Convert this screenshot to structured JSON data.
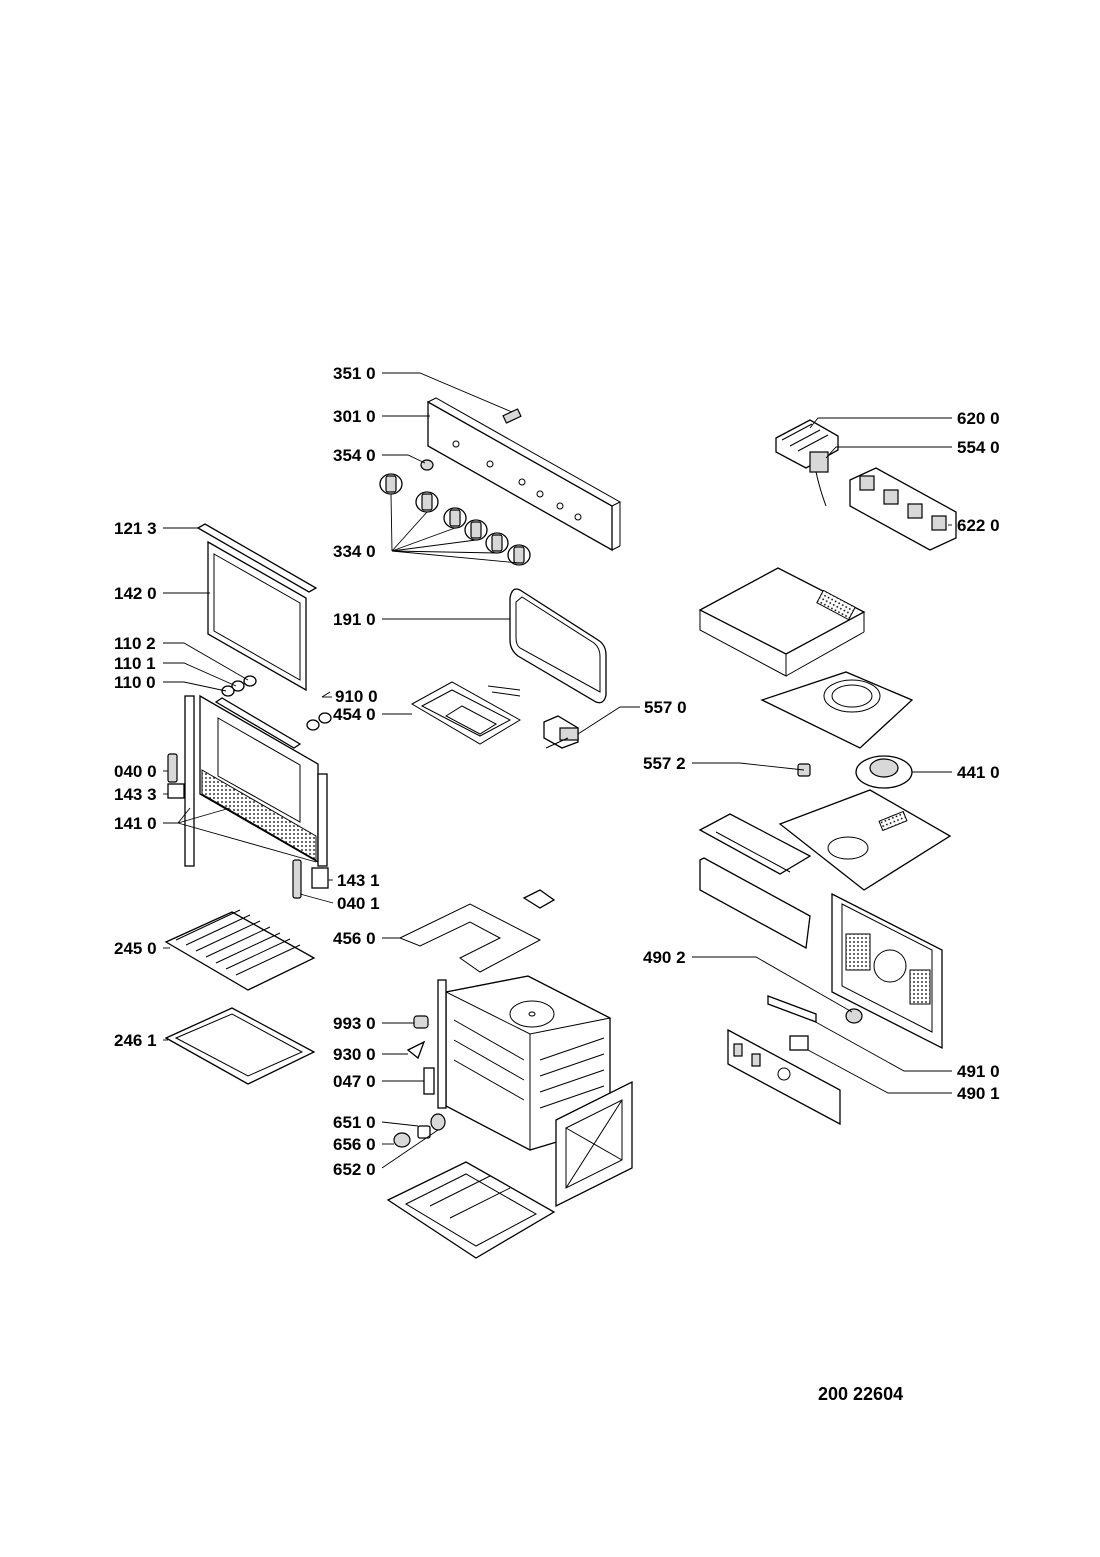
{
  "diagram": {
    "type": "exploded-parts-diagram",
    "document_number": "200 22604",
    "labels": [
      "351 0",
      "301 0",
      "354 0",
      "334 0",
      "121 3",
      "142 0",
      "110 2",
      "110 1",
      "110 0",
      "910 0",
      "454 0",
      "191 0",
      "557 0",
      "040 0",
      "143 3",
      "141 0",
      "143 1",
      "040 1",
      "245 0",
      "246 1",
      "456 0",
      "993 0",
      "930 0",
      "047 0",
      "651 0",
      "656 0",
      "652 0",
      "620 0",
      "554 0",
      "622 0",
      "557 2",
      "441 0",
      "490 2",
      "491 0",
      "490 1"
    ]
  }
}
